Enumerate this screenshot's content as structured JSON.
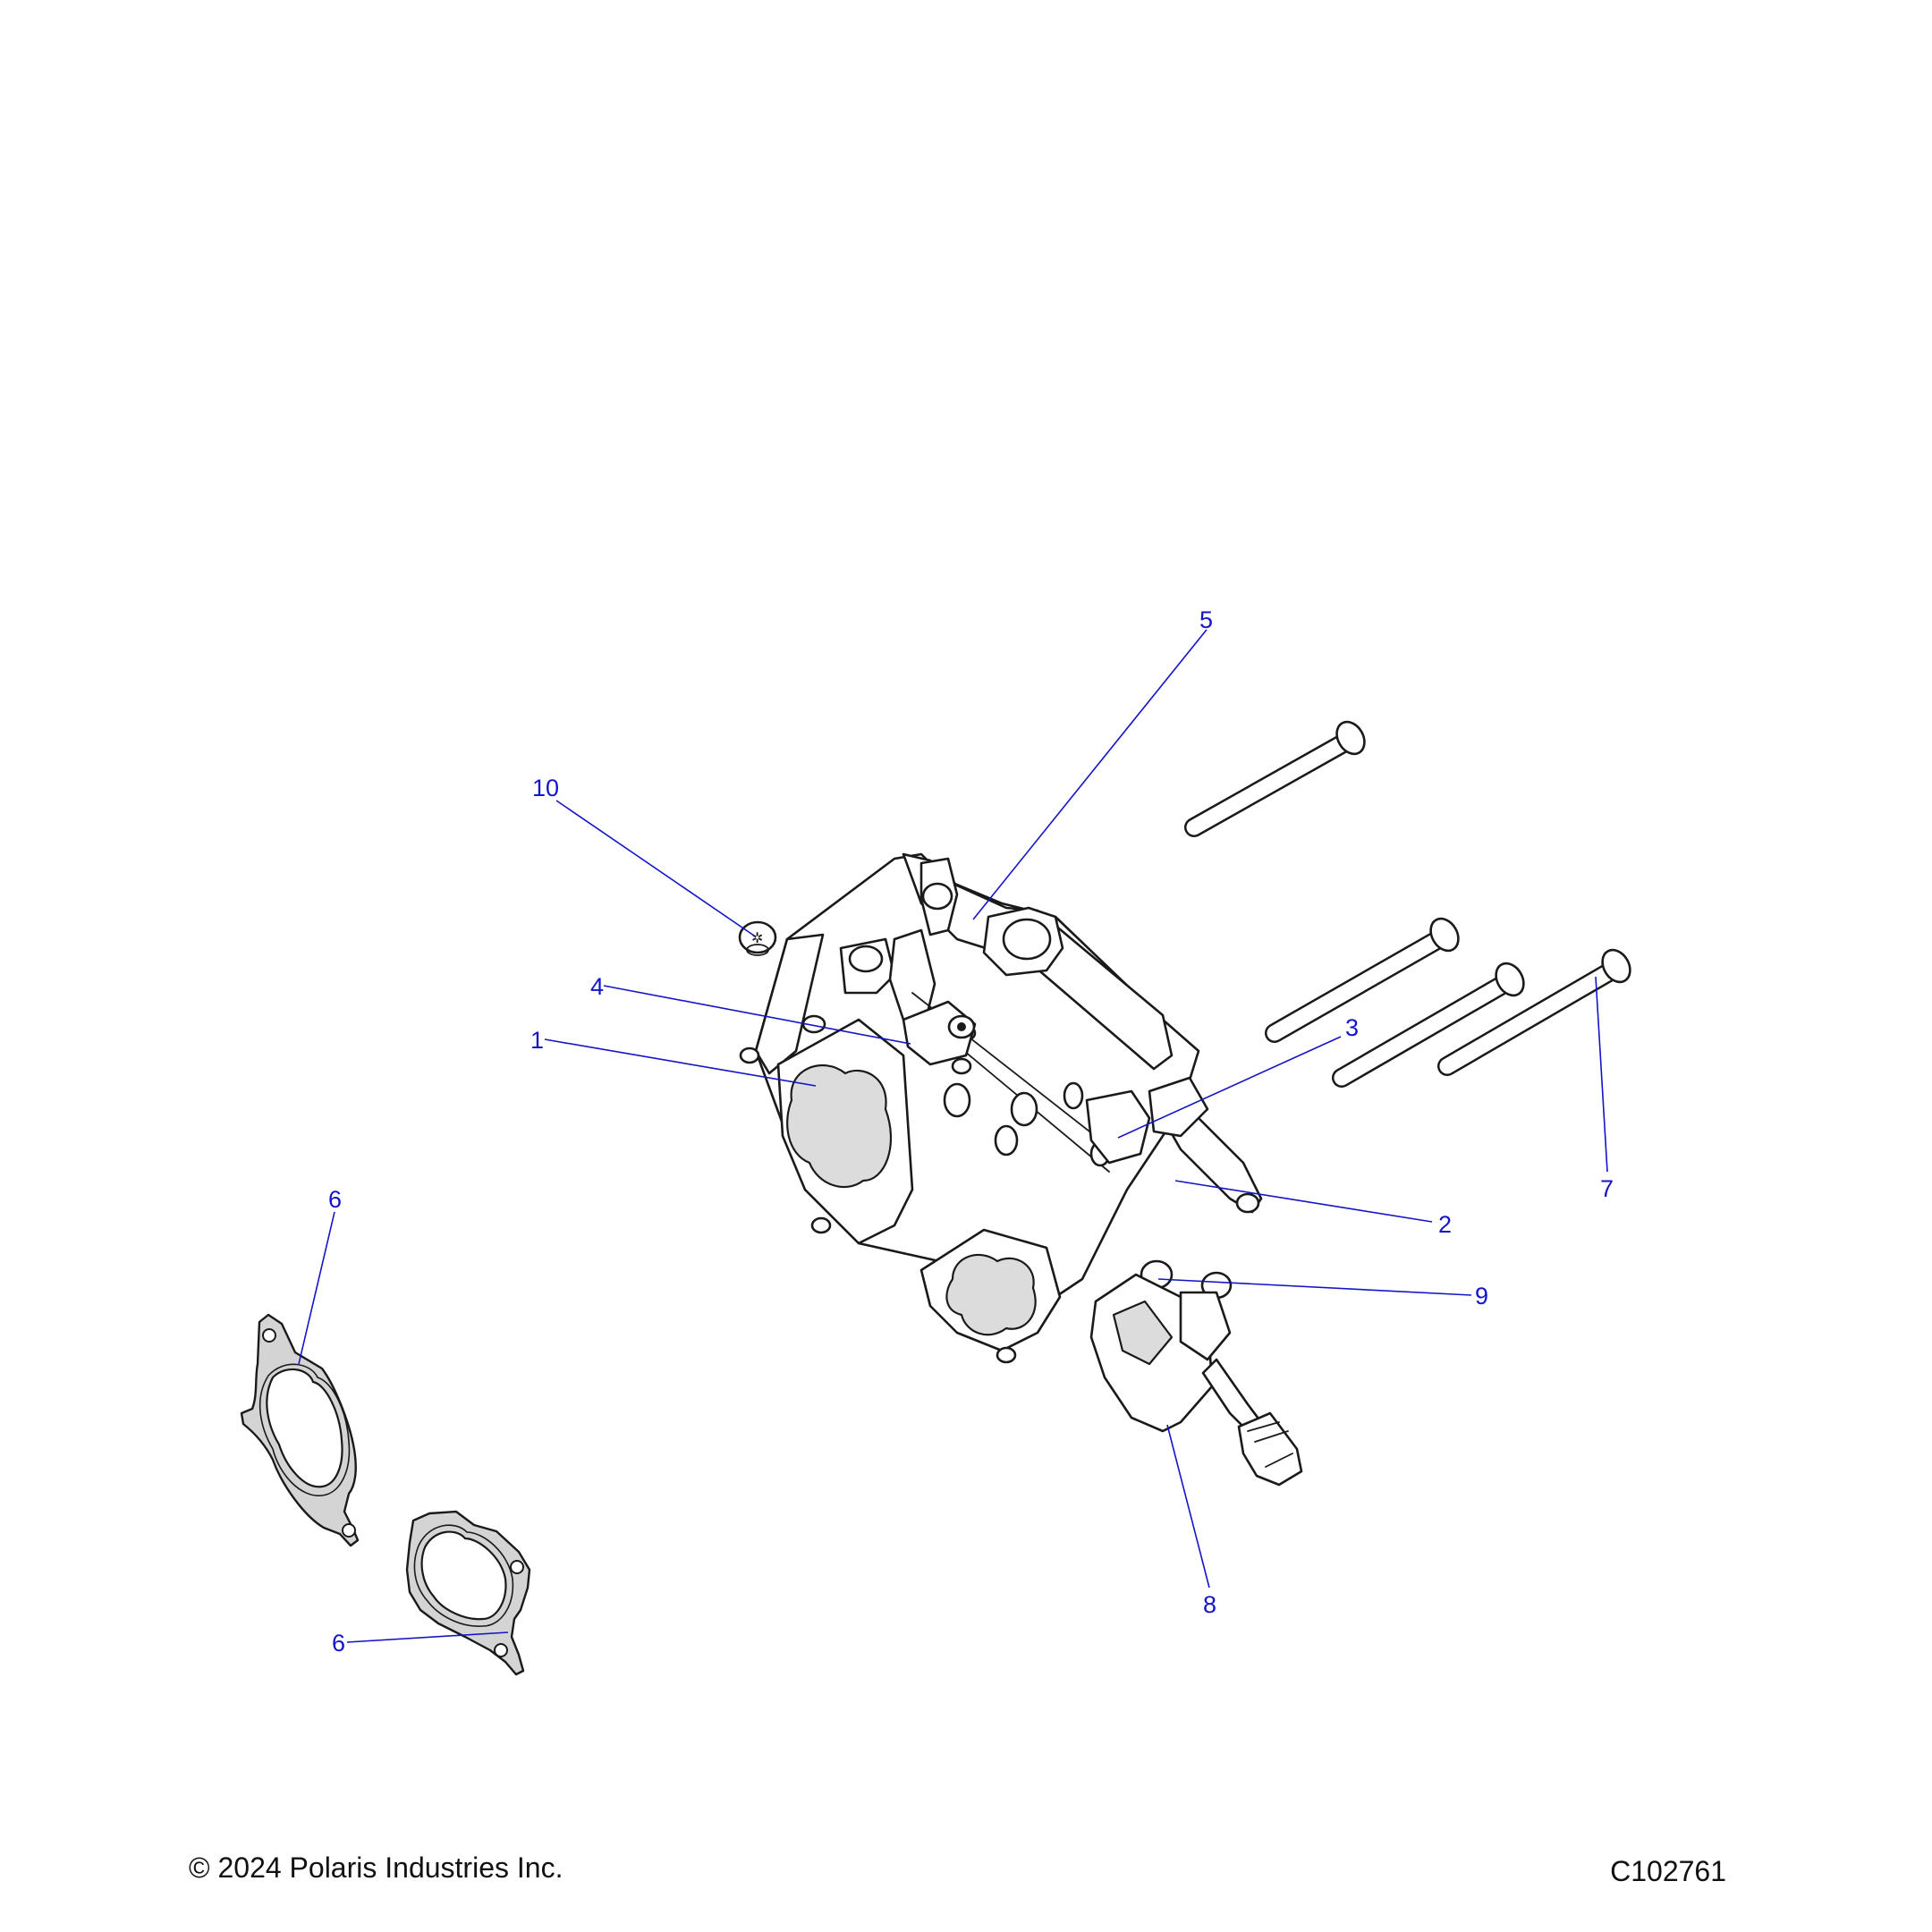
{
  "callouts": {
    "c1": "1",
    "c2": "2",
    "c3": "3",
    "c4": "4",
    "c5": "5",
    "c6a": "6",
    "c6b": "6",
    "c7": "7",
    "c8": "8",
    "c9": "9",
    "c10": "10"
  },
  "footer": {
    "copyright": "© 2024 Polaris Industries Inc.",
    "figure_id": "C102761"
  },
  "colors": {
    "callout": "#1414c8",
    "line_art": "#1a1a1a",
    "background": "#ffffff"
  }
}
